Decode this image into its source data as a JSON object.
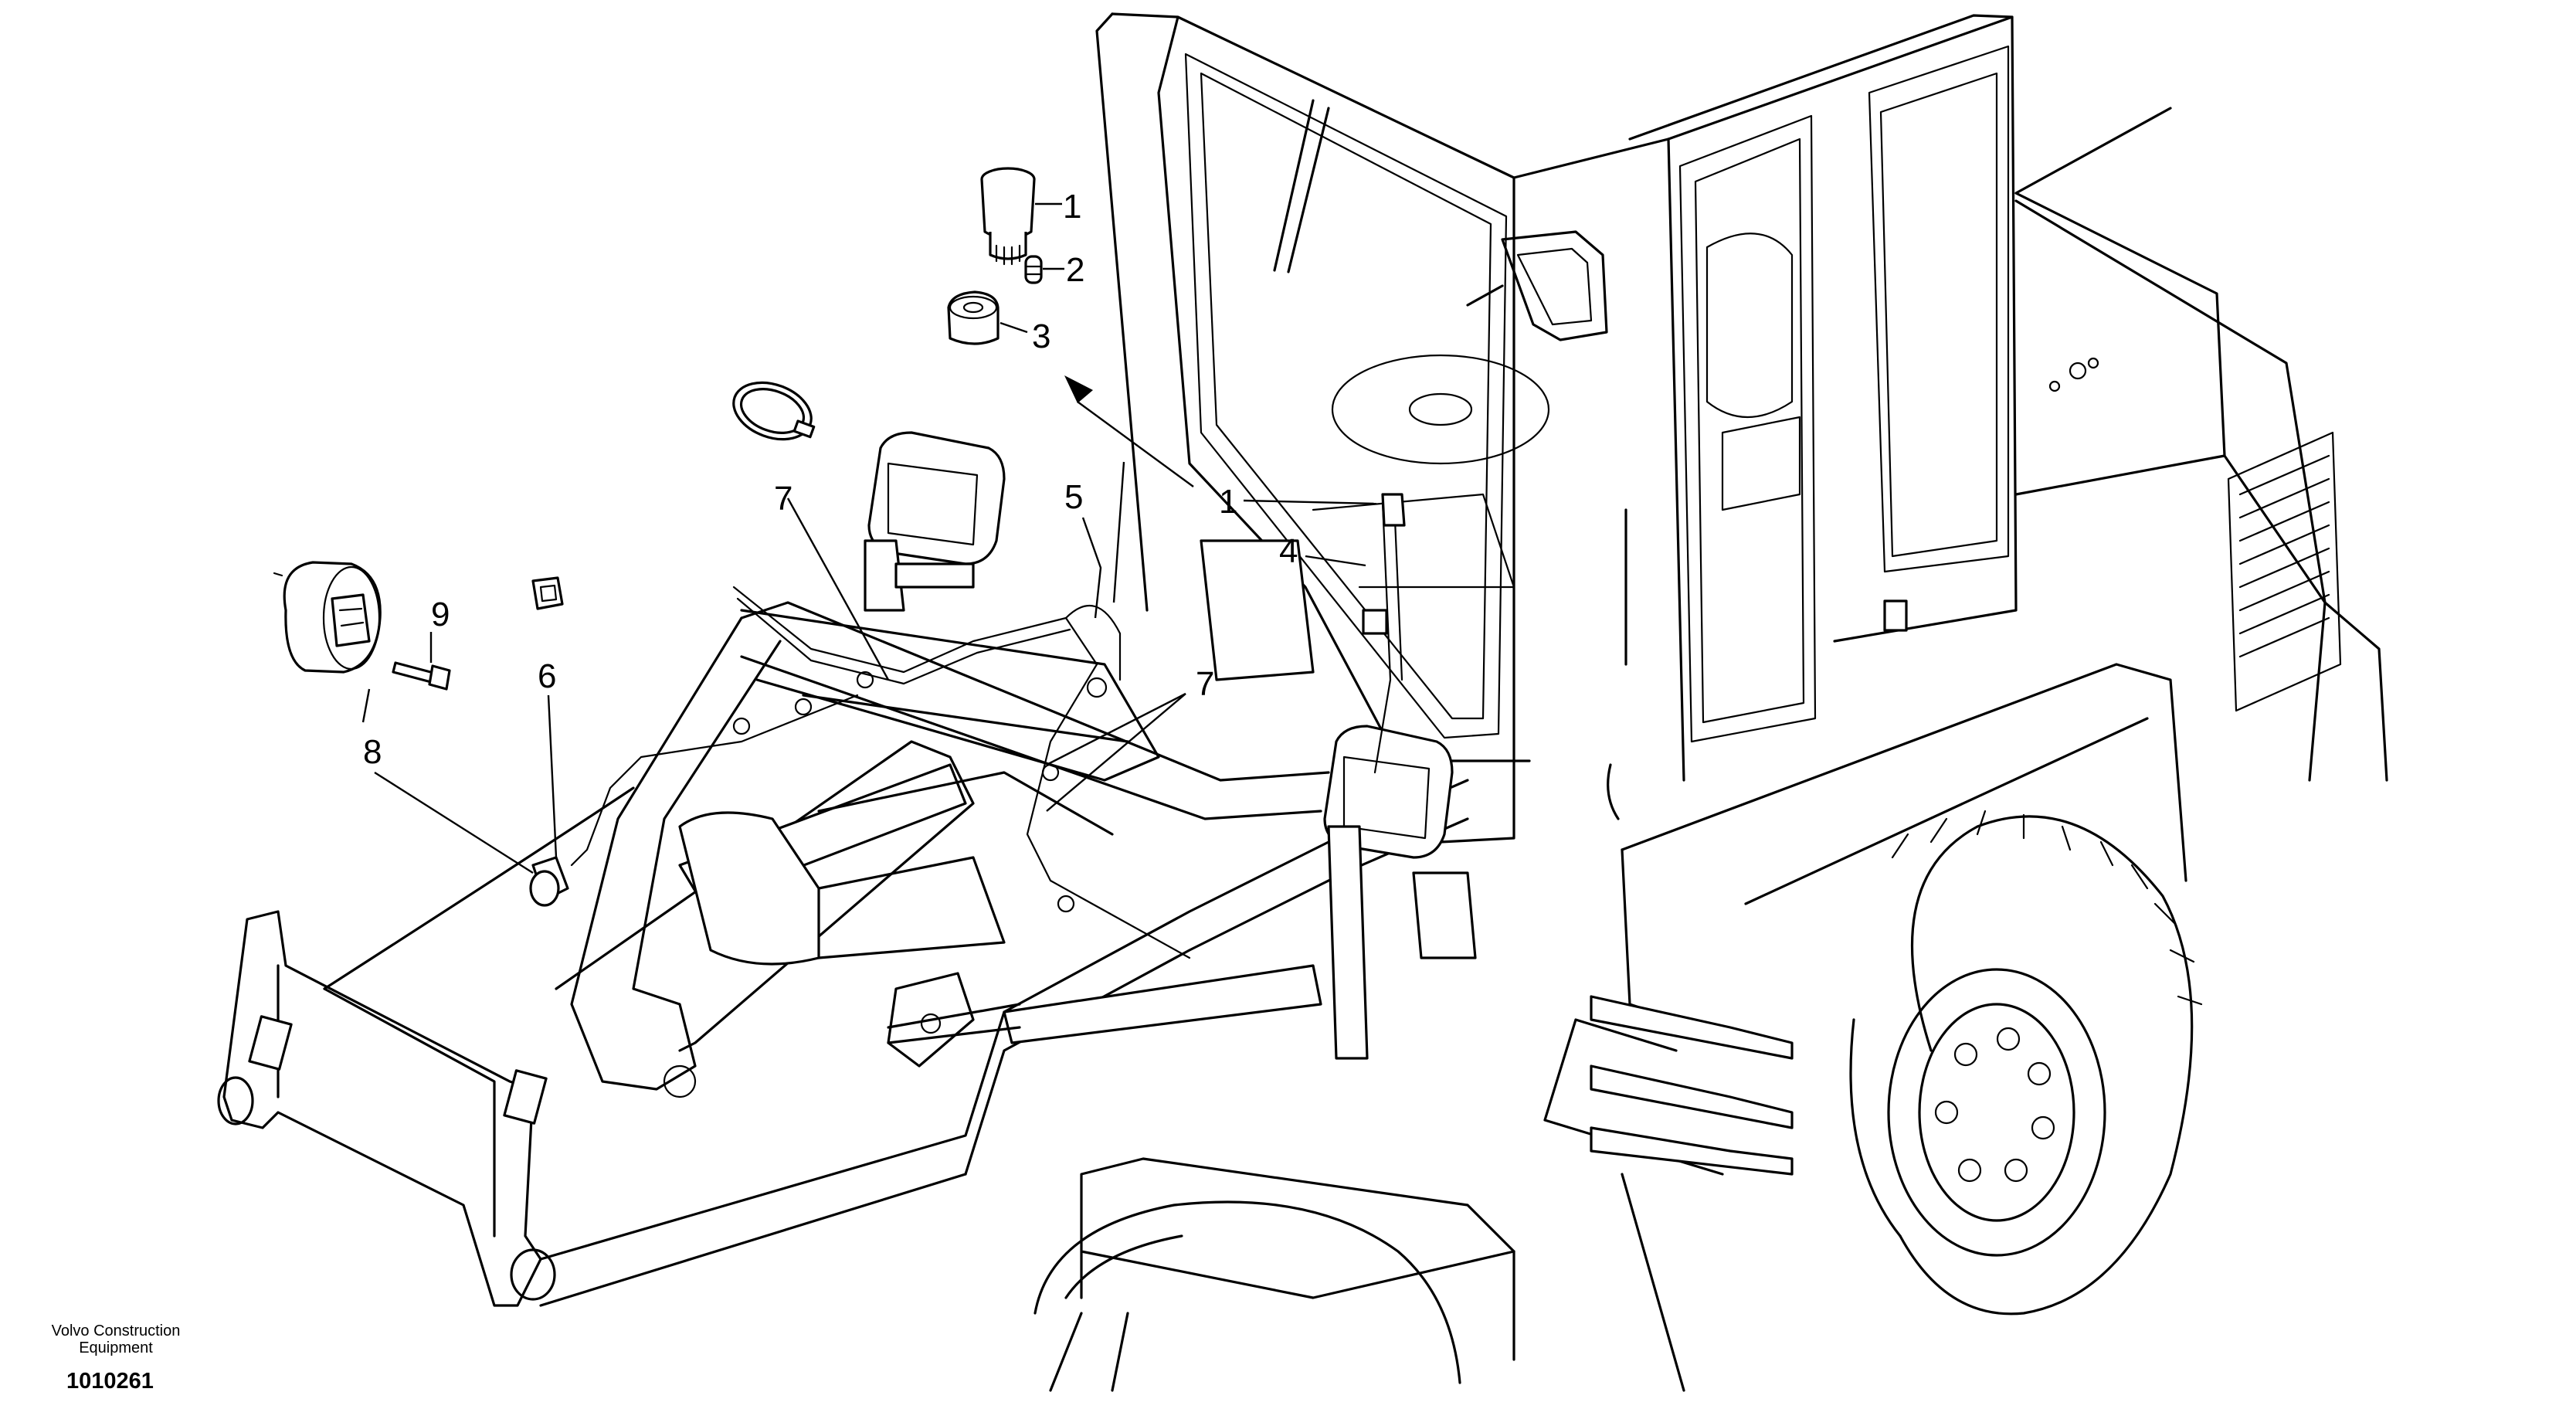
{
  "brand": {
    "line1": "Volvo Construction",
    "line2": "Equipment"
  },
  "figure_number": "1010261",
  "callouts": {
    "c1_top": "1",
    "c2": "2",
    "c3": "3",
    "c1_mid": "1",
    "c4": "4",
    "c5": "5",
    "c6": "6",
    "c7_left": "7",
    "c7_right": "7",
    "c8": "8",
    "c9": "9"
  },
  "icons": [
    "wheel-loader-drawing",
    "work-light",
    "harness-clip",
    "cable-tie",
    "switch",
    "grommet",
    "connector",
    "bolt",
    "direction-arrow"
  ]
}
